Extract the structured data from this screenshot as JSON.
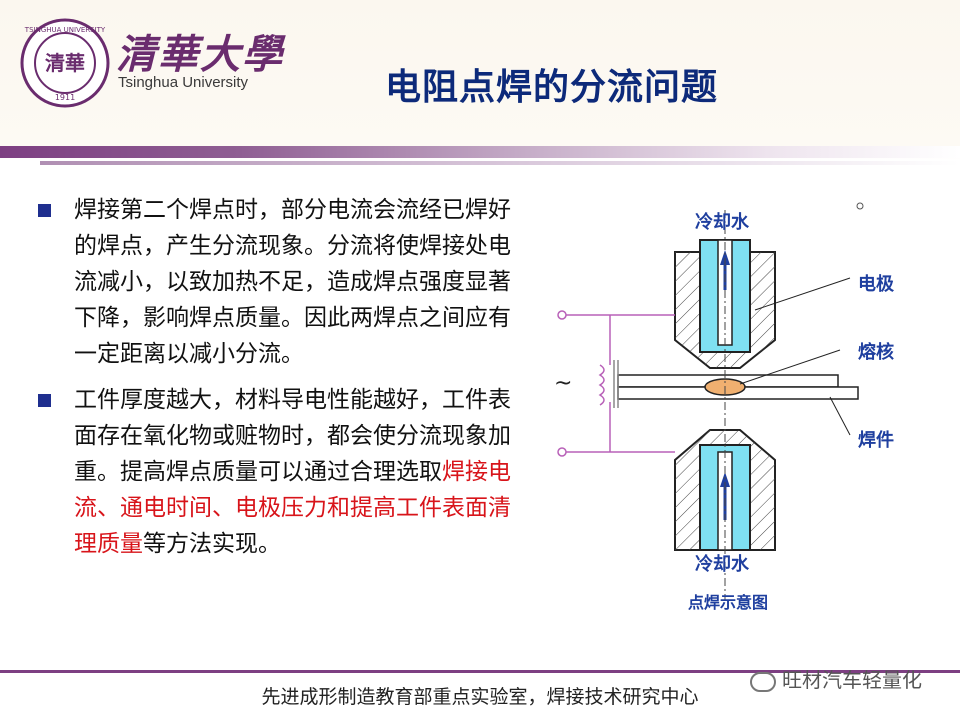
{
  "header": {
    "logo_cn": "清華大學",
    "logo_en": "Tsinghua University",
    "seal_text": "TSINGHUA UNIVERSITY",
    "seal_year": "1911",
    "seal_center": "清華",
    "title": "电阻点焊的分流问题"
  },
  "body": {
    "bullet1": "焊接第二个焊点时，部分电流会流经已焊好的焊点，产生分流现象。分流将使焊接处电流减小，以致加热不足，造成焊点强度显著下降，影响焊点质量。因此两焊点之间应有一定距离以减小分流。",
    "bullet2_pre": "工件厚度越大，材料导电性能越好，工件表面存在氧化物或赃物时，都会使分流现象加重。提高焊点质量可以通过合理选取",
    "bullet2_highlight": "焊接电流、通电时间、电极压力和提高工件表面清理质量",
    "bullet2_post": "等方法实现。"
  },
  "diagram": {
    "cooling_water_top": "冷却水",
    "cooling_water_bottom": "冷却水",
    "electrode": "电极",
    "nugget": "熔核",
    "workpiece": "焊件",
    "ac_symbol": "~",
    "caption": "点焊示意图"
  },
  "footer": {
    "text": "先进成形制造教育部重点实验室，焊接技术研究中心",
    "watermark": "旺材汽车轻量化"
  },
  "colors": {
    "title": "#0d2a7a",
    "accent_purple": "#7d3f82",
    "highlight_red": "#d8141a",
    "bullet_blue": "#1f2f8f",
    "water_cyan": "#7fe0f2"
  }
}
